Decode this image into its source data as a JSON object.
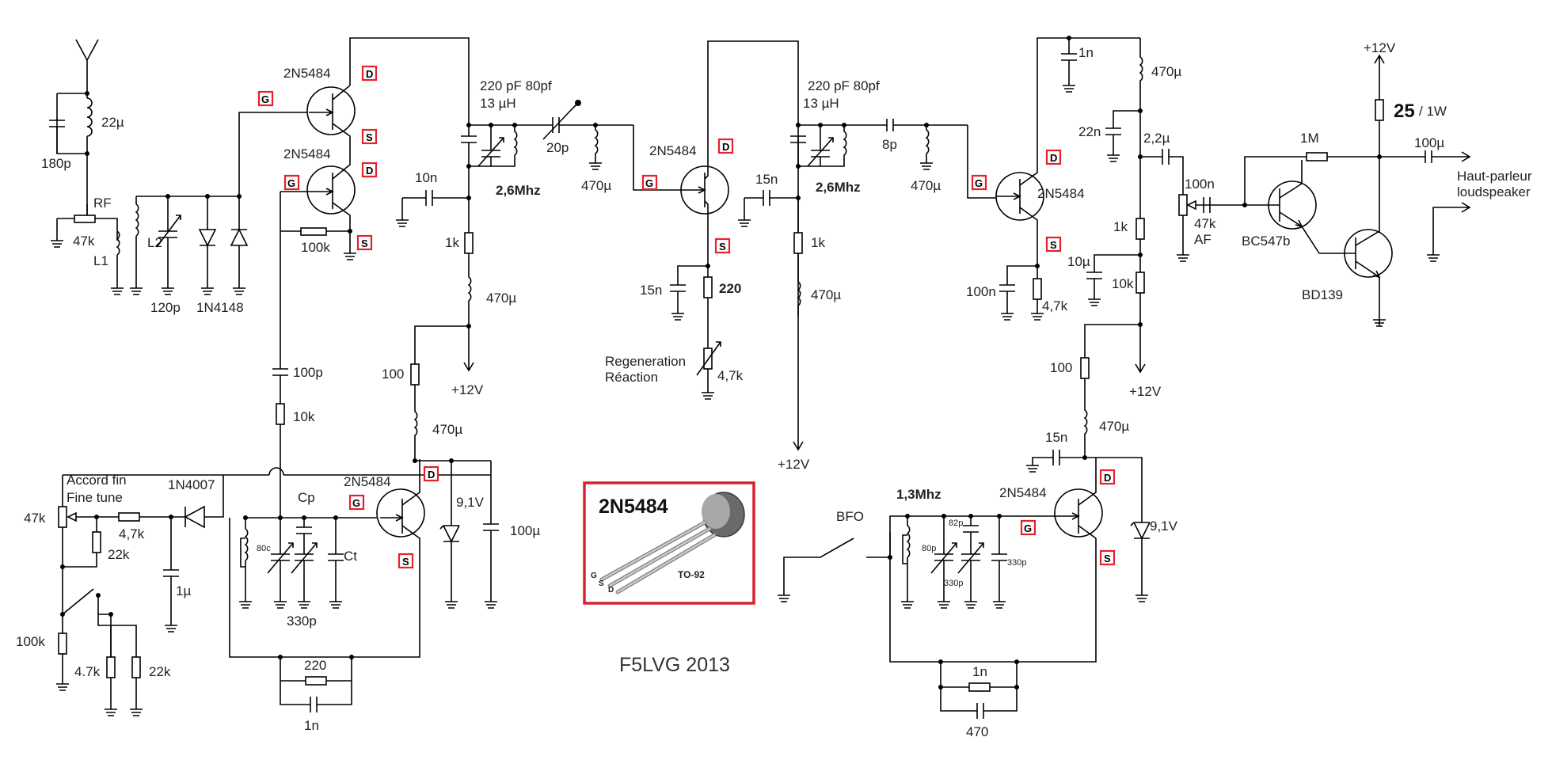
{
  "labels": {
    "l22u": "22µ",
    "l180p": "180p",
    "lRF": "RF",
    "l47k_rf": "47k",
    "lL1": "L1",
    "lL2": "L2",
    "l120p": "120p",
    "l1N4148": "1N4148",
    "q1": "2N5484",
    "q2": "2N5484",
    "l100k_a": "100k",
    "c1": "220 pF 80pf",
    "c1b": "13 µH",
    "l20p": "20p",
    "l10n": "10n",
    "f1": "2,6Mhz",
    "l470u_1": "470µ",
    "l1k_1": "1k",
    "l470u_2": "470µ",
    "p12v_1": "+12V",
    "l100_1": "100",
    "l470u_3": "470µ",
    "q3": "2N5484",
    "l15n_1": "15n",
    "l220_b": "220",
    "regen1": "Regeneration",
    "regen2": "Réaction",
    "l4k7_r": "4,7k",
    "p12v_2": "+12V",
    "c2": "220 pF 80pf",
    "c2b": "13 µH",
    "l8p": "8p",
    "l15n_2": "15n",
    "f2": "2,6Mhz",
    "l470u_4": "470µ",
    "l1k_2": "1k",
    "l470u_5": "470µ",
    "l1n_top": "1n",
    "l470u_6": "470µ",
    "l22n": "22n",
    "q4": "2N5484",
    "l100n_a": "100n",
    "l4k7_a": "4,7k",
    "l1k_3": "1k",
    "l10u": "10µ",
    "l10k_a": "10k",
    "p12v_3": "+12V",
    "l2u2": "2,2µ",
    "l100n_b": "100n",
    "l47k_af": "47k",
    "lAF": "AF",
    "l1M": "1M",
    "bc547": "BC547b",
    "bd139": "BD139",
    "p12v_4": "+12V",
    "l25": "25",
    "l1w": "/ 1W",
    "l100u_out": "100µ",
    "hp1": "Haut-parleur",
    "hp2": "loudspeaker",
    "l100p": "100p",
    "l10k_b": "10k",
    "accord1": "Accord fin",
    "accord2": "Fine tune",
    "l1N4007": "1N4007",
    "l47k_ft": "47k",
    "l4k7_b": "4,7k",
    "l22k_a": "22k",
    "l1u": "1µ",
    "l80c": "80c",
    "lCp": "Cp",
    "lCt": "Ct",
    "l330p_a": "330p",
    "q5": "2N5484",
    "l9v1_a": "9,1V",
    "l100u_b": "100µ",
    "l100k_b": "100k",
    "l4k7_c": "4.7k",
    "l22k_b": "22k",
    "l220_c": "220",
    "l1n_b": "1n",
    "tr_name": "2N5484",
    "tr_pkg": "TO-92",
    "tr_g": "G",
    "tr_s": "S",
    "tr_d": "D",
    "credit": "F5LVG   2013",
    "l100_2": "100",
    "l470u_7": "470µ",
    "l15n_3": "15n",
    "f3": "1,3Mhz",
    "q6": "2N5484",
    "l9v1_b": "9,1V",
    "bfo": "BFO",
    "l80p_b": "80p",
    "l82p": "82p",
    "l330p_b": "330p",
    "l330p_c": "330p",
    "l1n_c": "1n",
    "l470_c": "470",
    "pinG": "G",
    "pinD": "D",
    "pinS": "S"
  }
}
